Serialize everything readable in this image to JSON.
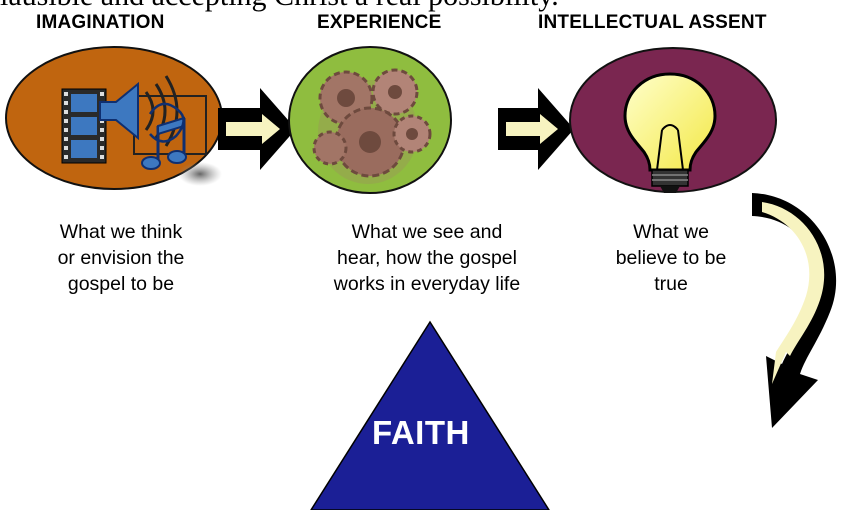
{
  "top_fragment": "lausible and accepting Christ a real possibility.",
  "stages": [
    {
      "heading": "IMAGINATION",
      "desc_lines": [
        "What we think",
        "or envision the",
        "gospel to be"
      ],
      "color": "#c0650f"
    },
    {
      "heading": "EXPERIENCE",
      "desc_lines": [
        "What we see and",
        "hear, how the gospel",
        "works in everyday life"
      ],
      "color": "#8fbd3f"
    },
    {
      "heading": "INTELLECTUAL ASSENT",
      "desc_lines": [
        "What we",
        "believe to be",
        "true"
      ],
      "color": "#7a2650"
    }
  ],
  "result": {
    "label": "FAITH",
    "color": "#1b1f96"
  },
  "icons": [
    "film-music-icon",
    "gears-icon",
    "lightbulb-icon",
    "arrow-right-icon",
    "curved-arrow-icon"
  ]
}
